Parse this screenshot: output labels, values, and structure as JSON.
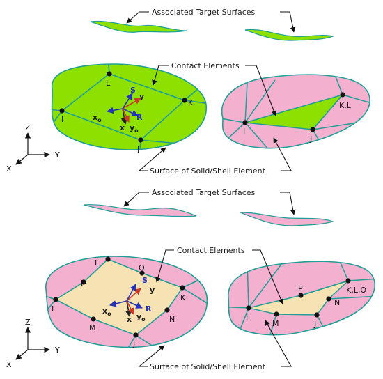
{
  "colors": {
    "green_fill": "#8de000",
    "pink_fill": "#f4b1cf",
    "cream_fill": "#f6e2b2",
    "outline": "#1e9e96",
    "node": "#111111",
    "vec_blue": "#2433b8",
    "vec_red": "#c83a2a",
    "vec_dark": "#222222"
  },
  "top_section": {
    "target_label": "Associated Target Surfaces",
    "contact_label": "Contact Elements",
    "surface_label": "Surface of Solid/Shell Element",
    "left_nodes": {
      "L": "L",
      "K": "K",
      "I": "I",
      "J": "J"
    },
    "right_nodes": {
      "KL": "K,L",
      "I": "I",
      "J": "J"
    },
    "vectors": {
      "S": "S",
      "y": "y",
      "R": "R",
      "x": "x",
      "xo": "x",
      "yo": "y",
      "sub": "o"
    },
    "axes": {
      "z": "Z",
      "y": "Y",
      "x": "X"
    }
  },
  "bottom_section": {
    "target_label": "Associated Target Surfaces",
    "contact_label": "Contact Elements",
    "surface_label": "Surface of Solid/Shell Element",
    "left_nodes": {
      "L": "L",
      "O": "O",
      "P": "P",
      "K": "K",
      "I": "I",
      "M": "M",
      "N": "N",
      "J": "J"
    },
    "right_nodes": {
      "KLO": "K,L,O",
      "P": "P",
      "N": "N",
      "I": "I",
      "M": "M",
      "J": "J"
    },
    "vectors": {
      "S": "S",
      "y": "y",
      "R": "R",
      "x": "x",
      "xo": "x",
      "yo": "y",
      "sub": "o"
    },
    "axes": {
      "z": "Z",
      "y": "Y",
      "x": "X"
    }
  }
}
